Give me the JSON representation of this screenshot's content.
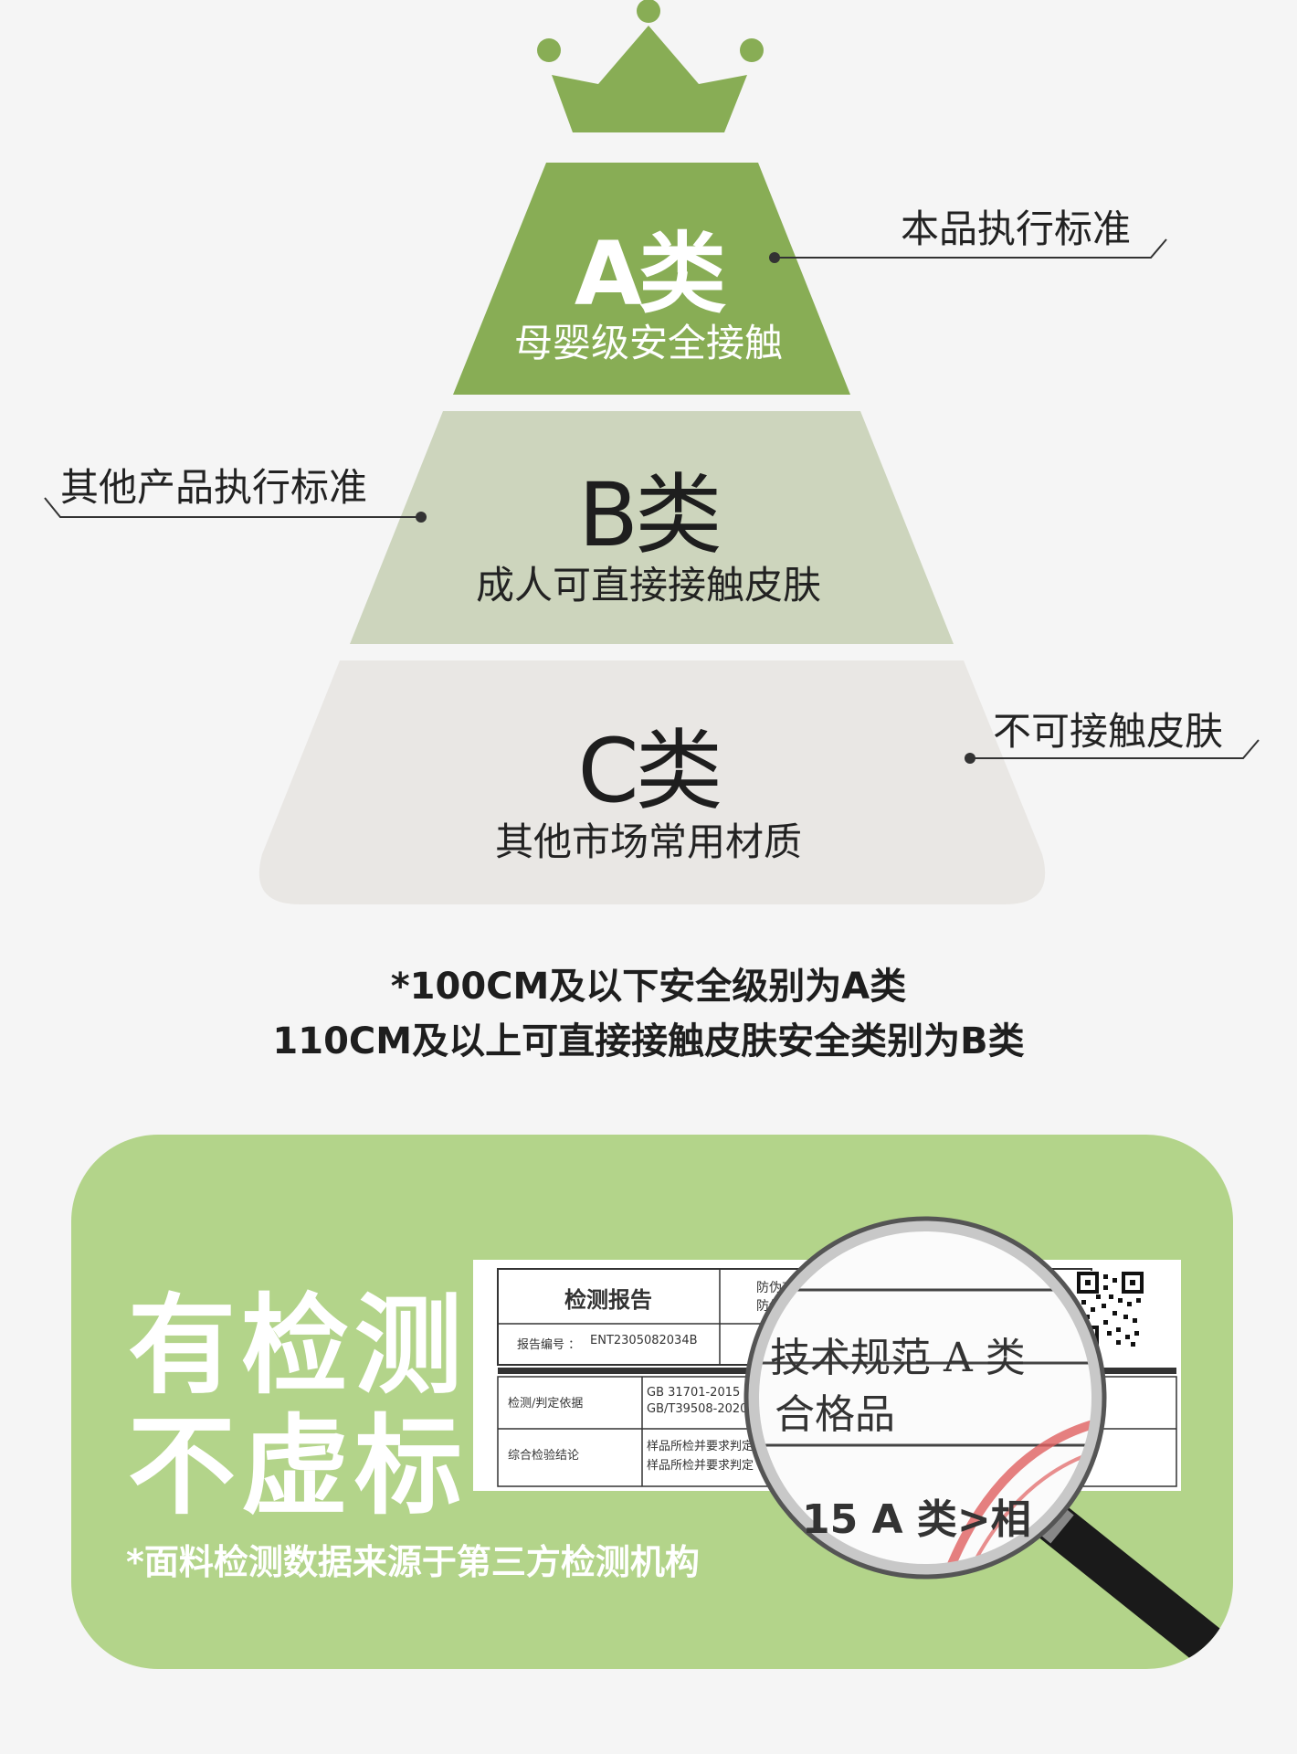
{
  "colors": {
    "page_bg": "#f5f5f5",
    "tier_a": "#88ad55",
    "tier_b": "#cdd5bd",
    "tier_c": "#e9e7e4",
    "crown": "#88ad55",
    "cert_bg": "#b3d48a",
    "text_dark": "#222222",
    "text_white": "#ffffff"
  },
  "pyramid": {
    "crown_icon": "crown-icon",
    "tiers": [
      {
        "title": "A类",
        "subtitle": "母婴级安全接触"
      },
      {
        "title": "B类",
        "subtitle": "成人可直接接触皮肤"
      },
      {
        "title": "C类",
        "subtitle": "其他市场常用材质"
      }
    ],
    "labels": {
      "a": "本品执行标准",
      "b": "其他产品执行标准",
      "c": "不可接触皮肤"
    }
  },
  "notes": [
    "*100CM及以下安全级别为A类",
    "110CM及以上可直接接触皮肤安全类别为B类"
  ],
  "certification": {
    "headline_1": "有检测",
    "headline_2": "不虚标",
    "footnote": "*面料检测数据来源于第三方检测机构",
    "report": {
      "title": "检测报告",
      "anti_fake_1": "防伪查",
      "anti_fake_2": "防伪",
      "report_no_label": "报告编号 ：",
      "report_no": "ENT2305082034B",
      "basis_label": "检测/判定依据",
      "basis_1": "GB 31701-2015 婴",
      "basis_2": "GB/T39508-2020",
      "conclusion_label": "综合检验结论",
      "conclusion_1": "样品所检并要求判定",
      "conclusion_2": "样品所检并要求判定",
      "qr_icon": "qr-code-icon"
    },
    "magnified": {
      "line_1": "技术规范 A 类",
      "line_2": "合格品",
      "line_3": "15 A 类>相",
      "icon": "magnifier-icon"
    }
  }
}
